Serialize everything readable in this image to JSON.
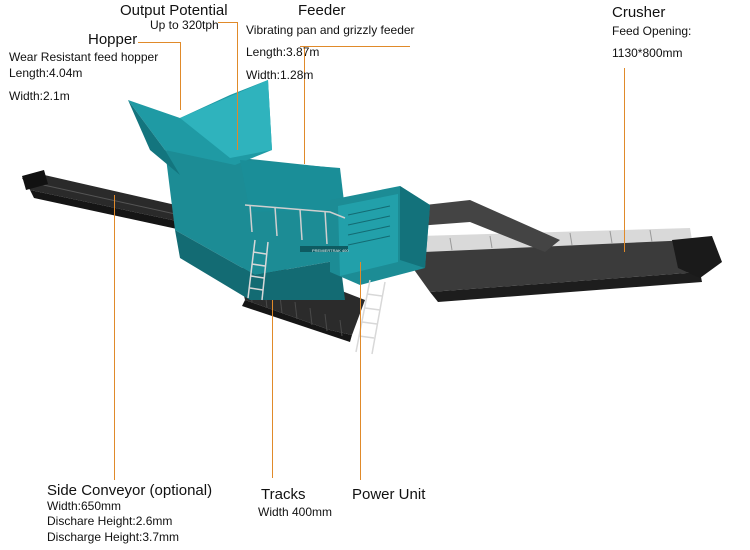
{
  "output": {
    "title": "Output Potential",
    "value": "Up to 320tph"
  },
  "hopper": {
    "title": "Hopper",
    "desc": "Wear Resistant feed hopper",
    "length": "Length:4.04m",
    "width": "Width:2.1m"
  },
  "feeder": {
    "title": "Feeder",
    "desc": "Vibrating pan and grizzly feeder",
    "length": "Length:3.87m",
    "width": "Width:1.28m"
  },
  "crusher": {
    "title": "Crusher",
    "feed_label": "Feed Opening:",
    "feed_value": "1130*800mm"
  },
  "side_conveyor": {
    "title": "Side Conveyor (optional)",
    "width": "Width:650mm",
    "discharge1": "Dischare Height:2.6mm",
    "discharge2": "Discharge Height:3.7mm"
  },
  "tracks": {
    "title": "Tracks",
    "width": "Width 400mm"
  },
  "power_unit": {
    "title": "Power Unit"
  },
  "machine": {
    "model_badge": "PREMIERTRAK 400"
  },
  "colors": {
    "body": "#1c8c95",
    "body_dark": "#136b73",
    "steel": "#2d2d2d",
    "leader": "#e08a2a"
  }
}
